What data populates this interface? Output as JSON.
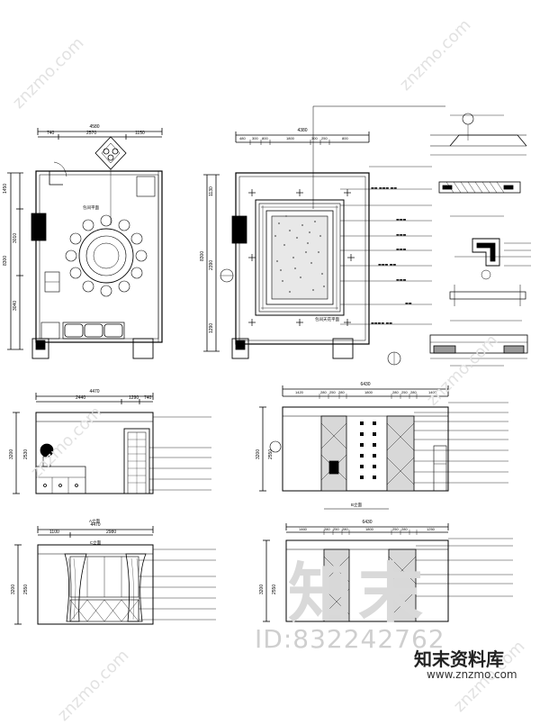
{
  "drawing": {
    "top_left_plan": {
      "dim_total": "4580",
      "dim_parts": [
        "740",
        "2570",
        "1150"
      ],
      "dim_side": [
        "1450",
        "3010",
        "3040",
        "8300"
      ],
      "room_label": "包间平面"
    },
    "top_right_plan": {
      "dim_total": "4380",
      "dim_parts": [
        "480",
        "300",
        "800",
        "1800",
        "300",
        "250",
        "800"
      ],
      "dim_side": [
        "1130",
        "2390",
        "8300",
        "1290"
      ],
      "ceiling_label": "包间天花平面"
    },
    "elevation_a": {
      "dim_total": "4470",
      "dim_parts": [
        "2440",
        "1290",
        "740"
      ],
      "dim_side": [
        "2530",
        "3200"
      ],
      "caption": "A立面"
    },
    "elevation_b": {
      "dim_total": "6430",
      "dim_parts": [
        "1420",
        "280",
        "250",
        "280",
        "1800",
        "280",
        "250",
        "280",
        "1400"
      ],
      "dim_side": [
        "2550",
        "3200"
      ],
      "caption": "B立面"
    },
    "elevation_c": {
      "dim_total": "4470",
      "dim_parts": [
        "1100",
        "2980"
      ],
      "dim_side": [
        "2550",
        "3200"
      ],
      "caption": "C立面"
    },
    "elevation_d": {
      "dim_total": "6430",
      "dim_parts": [
        "1460",
        "280",
        "250",
        "280",
        "1800",
        "250",
        "280",
        "1250"
      ],
      "dim_side": [
        "2550",
        "3200"
      ]
    }
  },
  "watermark": {
    "main": "知末",
    "id": "ID:832242762",
    "brand": "知末资料库",
    "url": "www.znzmo.com",
    "diagonal": "znzmo.com"
  }
}
